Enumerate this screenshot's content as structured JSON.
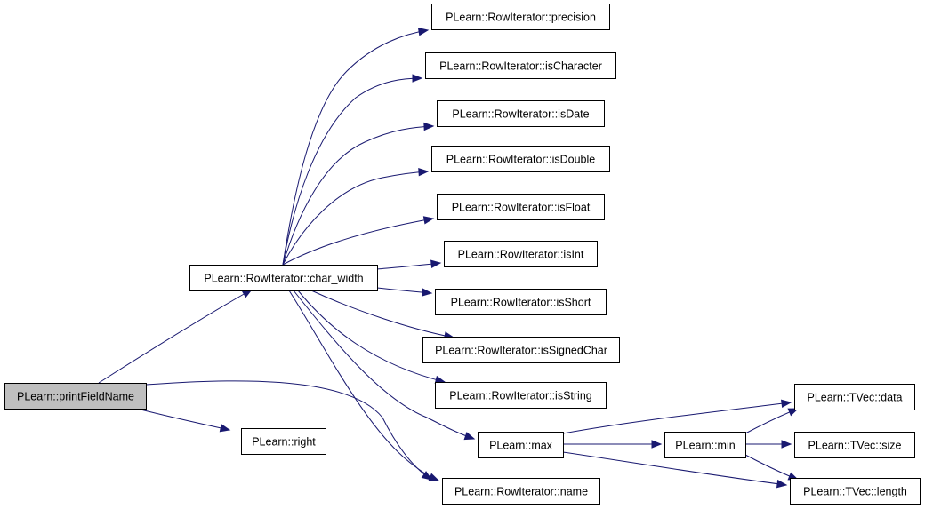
{
  "diagram": {
    "type": "call-graph",
    "colors": {
      "edge": "#191970",
      "node_fill": "#ffffff",
      "root_fill": "#bfbfbf",
      "border": "#000000"
    },
    "nodes": [
      {
        "id": "printFieldName",
        "label": "PLearn::printFieldName",
        "root": true
      },
      {
        "id": "char_width",
        "label": "PLearn::RowIterator::char_width"
      },
      {
        "id": "right",
        "label": "PLearn::right"
      },
      {
        "id": "name",
        "label": "PLearn::RowIterator::name"
      },
      {
        "id": "precision",
        "label": "PLearn::RowIterator::precision"
      },
      {
        "id": "isCharacter",
        "label": "PLearn::RowIterator::isCharacter"
      },
      {
        "id": "isDate",
        "label": "PLearn::RowIterator::isDate"
      },
      {
        "id": "isDouble",
        "label": "PLearn::RowIterator::isDouble"
      },
      {
        "id": "isFloat",
        "label": "PLearn::RowIterator::isFloat"
      },
      {
        "id": "isInt",
        "label": "PLearn::RowIterator::isInt"
      },
      {
        "id": "isShort",
        "label": "PLearn::RowIterator::isShort"
      },
      {
        "id": "isSignedChar",
        "label": "PLearn::RowIterator::isSignedChar"
      },
      {
        "id": "isString",
        "label": "PLearn::RowIterator::isString"
      },
      {
        "id": "max",
        "label": "PLearn::max"
      },
      {
        "id": "min",
        "label": "PLearn::min"
      },
      {
        "id": "data",
        "label": "PLearn::TVec::data"
      },
      {
        "id": "size",
        "label": "PLearn::TVec::size"
      },
      {
        "id": "length",
        "label": "PLearn::TVec::length"
      }
    ],
    "edges": [
      {
        "from": "printFieldName",
        "to": "char_width"
      },
      {
        "from": "printFieldName",
        "to": "right"
      },
      {
        "from": "printFieldName",
        "to": "name"
      },
      {
        "from": "char_width",
        "to": "precision"
      },
      {
        "from": "char_width",
        "to": "isCharacter"
      },
      {
        "from": "char_width",
        "to": "isDate"
      },
      {
        "from": "char_width",
        "to": "isDouble"
      },
      {
        "from": "char_width",
        "to": "isFloat"
      },
      {
        "from": "char_width",
        "to": "isInt"
      },
      {
        "from": "char_width",
        "to": "isShort"
      },
      {
        "from": "char_width",
        "to": "isSignedChar"
      },
      {
        "from": "char_width",
        "to": "isString"
      },
      {
        "from": "char_width",
        "to": "max"
      },
      {
        "from": "char_width",
        "to": "name"
      },
      {
        "from": "max",
        "to": "data"
      },
      {
        "from": "max",
        "to": "min"
      },
      {
        "from": "max",
        "to": "length"
      },
      {
        "from": "min",
        "to": "data"
      },
      {
        "from": "min",
        "to": "size"
      },
      {
        "from": "min",
        "to": "length"
      }
    ]
  }
}
